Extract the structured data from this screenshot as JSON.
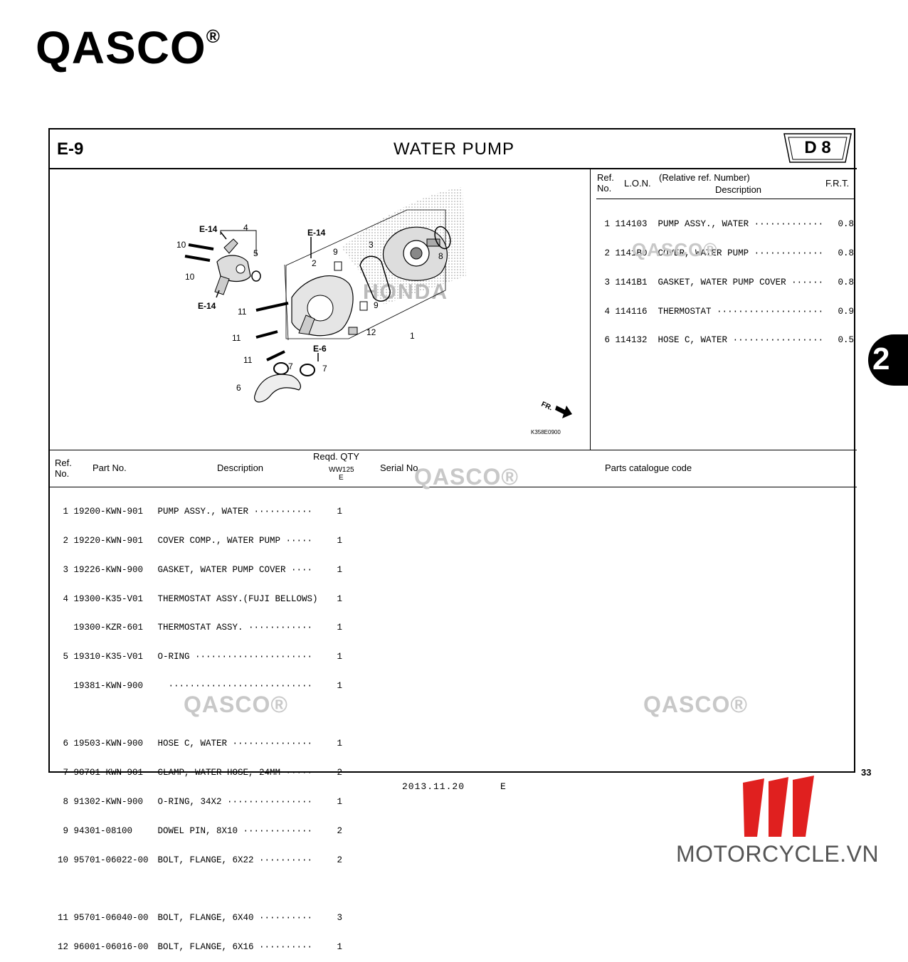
{
  "brand": {
    "name": "QASCO",
    "reg": "®"
  },
  "header": {
    "section_code": "E-9",
    "title": "WATER PUMP",
    "model_code": "D 8"
  },
  "top_table": {
    "headers": {
      "ref": "Ref.\nNo.",
      "lon": "L.O.N.",
      "rel": "(Relative ref. Number)",
      "desc": "Description",
      "frt": "F.R.T."
    },
    "rows": [
      {
        "ref": "1",
        "lon": "114103",
        "desc": "PUMP ASSY., WATER ·············",
        "frt": "0.8"
      },
      {
        "ref": "2",
        "lon": "1141B0",
        "desc": "COVER, WATER PUMP ·············",
        "frt": "0.8"
      },
      {
        "ref": "3",
        "lon": "1141B1",
        "desc": "GASKET, WATER PUMP COVER ······",
        "frt": "0.8"
      },
      {
        "ref": "4",
        "lon": "114116",
        "desc": "THERMOSTAT ····················",
        "frt": "0.9"
      },
      {
        "ref": "6",
        "lon": "114132",
        "desc": "HOSE C, WATER ·················",
        "frt": "0.5"
      }
    ]
  },
  "diagram": {
    "callouts": [
      "E-14",
      "4",
      "10",
      "5",
      "10",
      "E-14",
      "E-14",
      "3",
      "8",
      "9",
      "2",
      "9",
      "11",
      "11",
      "12",
      "1",
      "E-6",
      "11",
      "7",
      "7",
      "6"
    ],
    "fr_label": "FR.",
    "code": "K358E0900",
    "honda_text": "HONDA"
  },
  "parts_table": {
    "headers": {
      "ref": "Ref.\nNo.",
      "part": "Part No.",
      "desc": "Description",
      "qty": "Reqd. QTY",
      "model": "WW125",
      "model_sub": "E",
      "serial": "Serial No.",
      "catalogue": "Parts catalogue code"
    },
    "rows": [
      {
        "ref": "1",
        "part": "19200-KWN-901",
        "desc": "PUMP ASSY., WATER ···········",
        "qty": "1"
      },
      {
        "ref": "2",
        "part": "19220-KWN-901",
        "desc": "COVER COMP., WATER PUMP ·····",
        "qty": "1"
      },
      {
        "ref": "3",
        "part": "19226-KWN-900",
        "desc": "GASKET, WATER PUMP COVER ····",
        "qty": "1"
      },
      {
        "ref": "4",
        "part": "19300-K35-V01",
        "desc": "THERMOSTAT ASSY.(FUJI BELLOWS)",
        "qty": "1"
      },
      {
        "ref": "",
        "part": "19300-KZR-601",
        "desc": "THERMOSTAT ASSY. ············",
        "qty": "1"
      },
      {
        "ref": "5",
        "part": "19310-K35-V01",
        "desc": "O-RING ······················",
        "qty": "1"
      },
      {
        "ref": "",
        "part": "19381-KWN-900",
        "desc": "  ···························",
        "qty": "1"
      },
      {
        "ref": "6",
        "part": "19503-KWN-900",
        "desc": "HOSE C, WATER ···············",
        "qty": "1"
      },
      {
        "ref": "7",
        "part": "90701-KWN-901",
        "desc": "CLAMP, WATER HOSE, 24MM ·····",
        "qty": "2"
      },
      {
        "ref": "8",
        "part": "91302-KWN-900",
        "desc": "O-RING, 34X2 ················",
        "qty": "1"
      },
      {
        "ref": "9",
        "part": "94301-08100",
        "desc": "DOWEL PIN, 8X10 ·············",
        "qty": "2"
      },
      {
        "ref": "10",
        "part": "95701-06022-00",
        "desc": "BOLT, FLANGE, 6X22 ··········",
        "qty": "2"
      },
      {
        "ref": "11",
        "part": "95701-06040-00",
        "desc": "BOLT, FLANGE, 6X40 ··········",
        "qty": "3"
      },
      {
        "ref": "12",
        "part": "96001-06016-00",
        "desc": "BOLT, FLANGE, 6X16 ··········",
        "qty": "1"
      }
    ]
  },
  "tab": {
    "label": "2"
  },
  "page": {
    "number": "33"
  },
  "footer": {
    "date": "2013.11.20",
    "suffix": "E"
  },
  "motorcycle_logo": {
    "text": "MOTORCYCLE.VN",
    "color": "#e0201f"
  },
  "watermark": {
    "text": "QASCO®"
  }
}
